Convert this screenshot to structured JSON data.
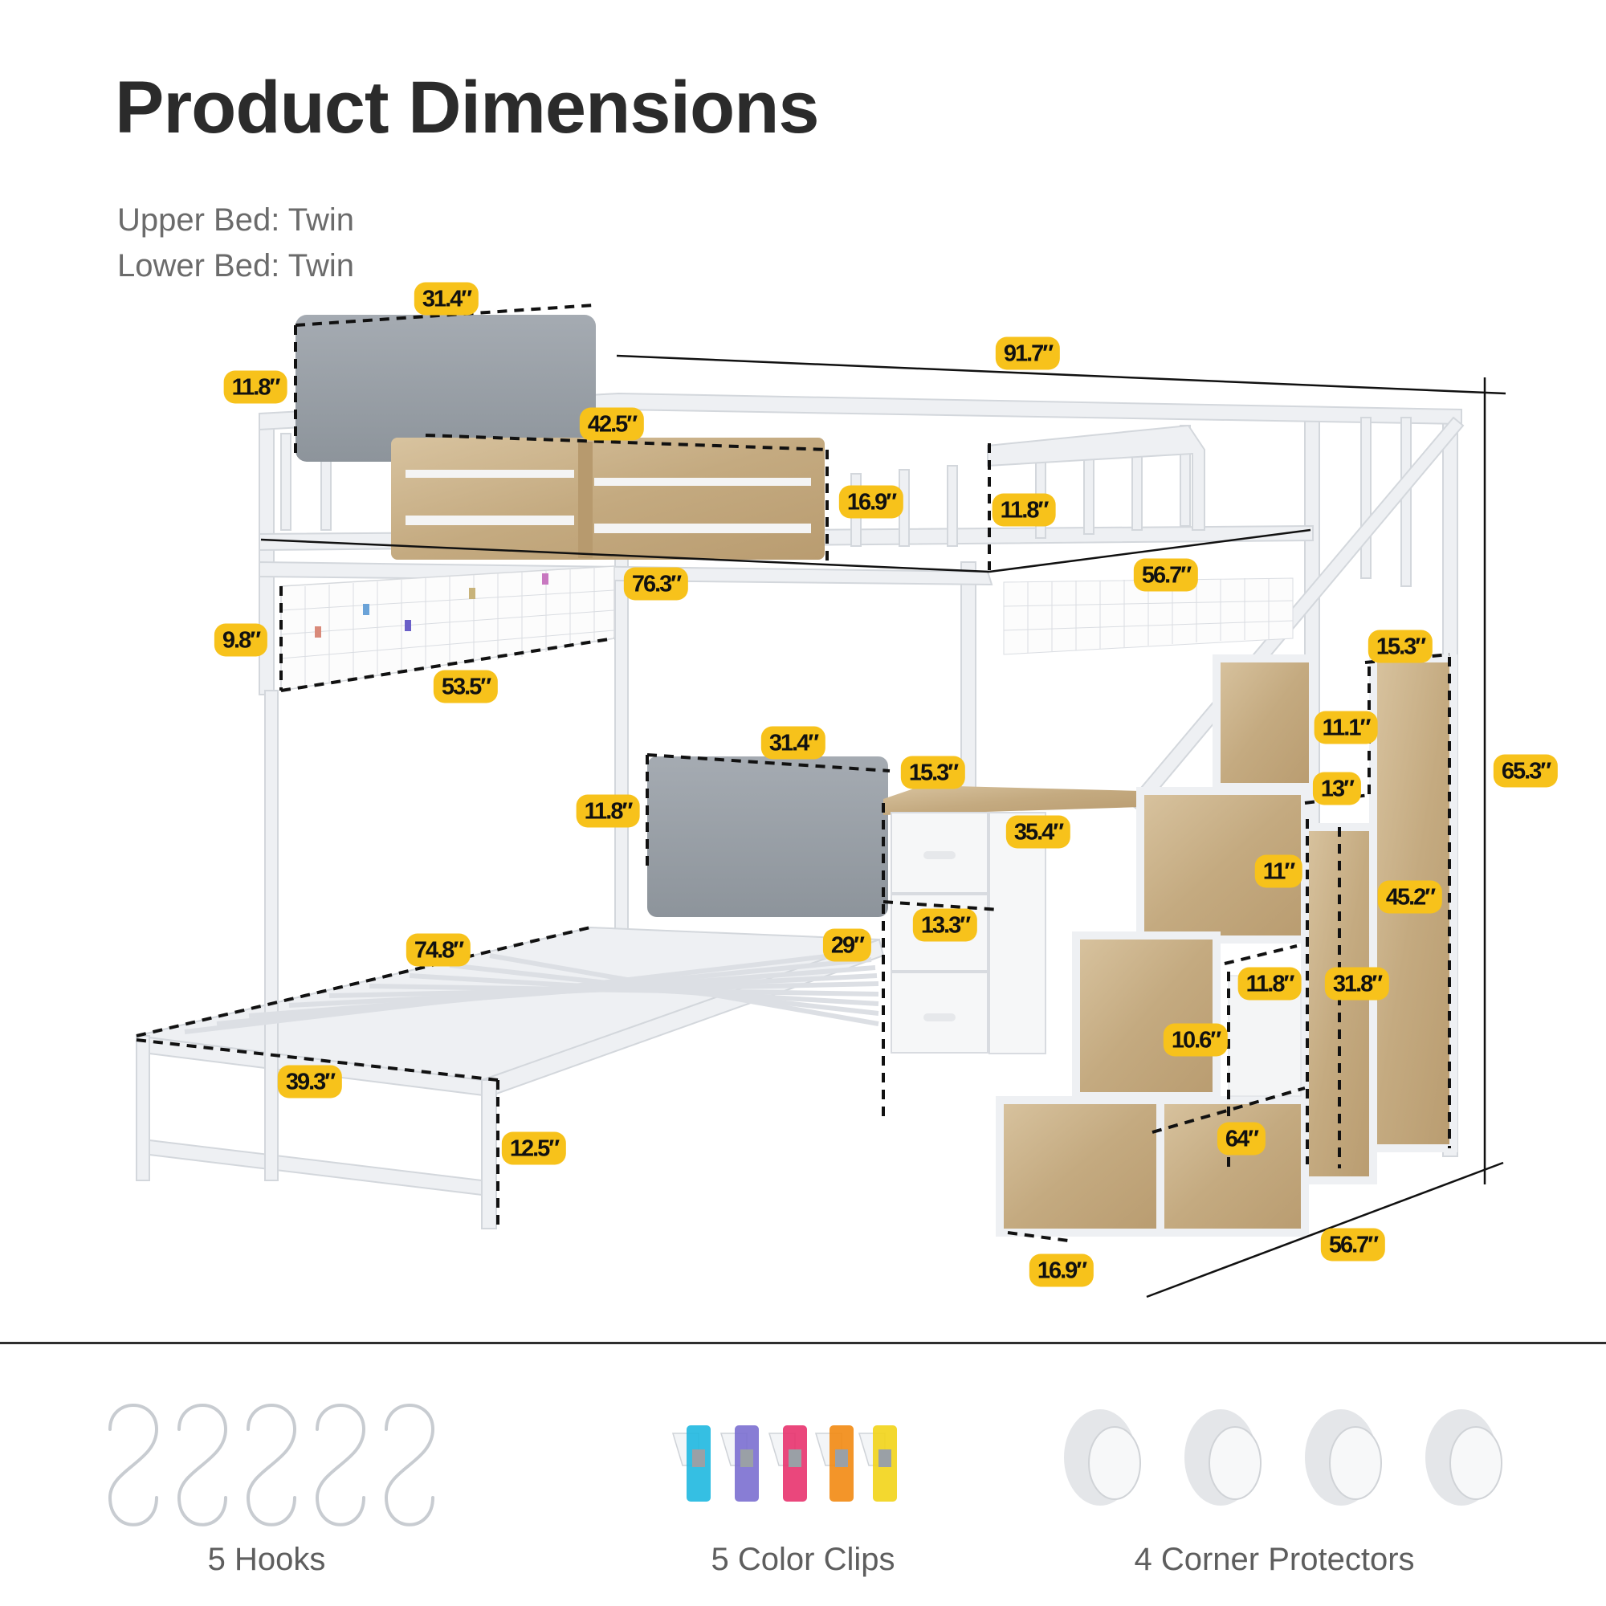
{
  "header": {
    "title": "Product Dimensions",
    "upper_bed": "Upper Bed: Twin",
    "lower_bed": "Lower Bed: Twin"
  },
  "dimensions": {
    "upper_headboard_width": "31.4″",
    "upper_headboard_height": "11.8″",
    "overall_length": "91.7″",
    "shelf_width": "42.5″",
    "shelf_height": "16.9″",
    "upper_guardrail_height": "11.8″",
    "upper_bed_length": "76.3″",
    "upper_bed_width": "56.7″",
    "grid_panel_height": "9.8″",
    "grid_panel_width": "53.5″",
    "stair_top_depth": "15.3″",
    "stair_step_height_top": "11.1″",
    "stair_step_13": "13″",
    "overall_height": "65.3″",
    "lower_headboard_width": "31.4″",
    "lower_headboard_height": "11.8″",
    "desk_depth": "15.3″",
    "desk_width": "35.4″",
    "stair_step_height_mid": "11″",
    "stair_cabinet_height": "45.2″",
    "drawer_height": "13.3″",
    "desk_height": "29″",
    "lower_bed_length": "74.8″",
    "stair_door_width": "11.8″",
    "stair_column_height": "31.8″",
    "stair_step_height_low": "10.6″",
    "lower_bed_width": "39.3″",
    "lower_bed_clearance": "12.5″",
    "stair_base_shelf": "64″",
    "stair_bottom_width": "16.9″",
    "overall_width": "56.7″"
  },
  "accessories": [
    {
      "label": "5 Hooks",
      "icon": "s-hook-icon",
      "count": 5
    },
    {
      "label": "5 Color Clips",
      "icon": "clip-icon",
      "count": 5,
      "colors": [
        "#1fb8e0",
        "#7b6fd0",
        "#e8336e",
        "#f28a12",
        "#f2d418"
      ]
    },
    {
      "label": "4 Corner Protectors",
      "icon": "corner-protector-icon",
      "count": 4
    }
  ],
  "colors": {
    "label_bg": "#f7c21b",
    "title": "#2b2b2b",
    "subtitle": "#6b6b6b",
    "wood": "#c9b08a",
    "headboard": "#9aa1a8",
    "frame": "#e9ebee"
  }
}
